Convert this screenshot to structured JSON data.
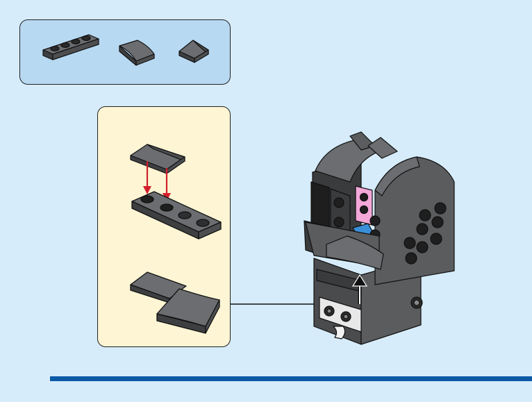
{
  "colors": {
    "background": "#d6ecfa",
    "parts_panel": "#b8d9f2",
    "subassembly_panel": "#fdf5d4",
    "brick_dark_gray": "#5a5c5e",
    "brick_black": "#2b2b2b",
    "arrow_red": "#d21f2b",
    "accent_pink": "#f3a8d8",
    "accent_blue": "#3a8fd8",
    "bottom_bar": "#0b5aa6"
  },
  "parts": [
    {
      "name": "plate-1x4-dark-gray",
      "count_label": ""
    },
    {
      "name": "slope-curved-2x2-dark-gray",
      "count_label": ""
    },
    {
      "name": "wedge-slope-dark-gray",
      "count_label": ""
    }
  ],
  "page": {
    "number": ""
  }
}
